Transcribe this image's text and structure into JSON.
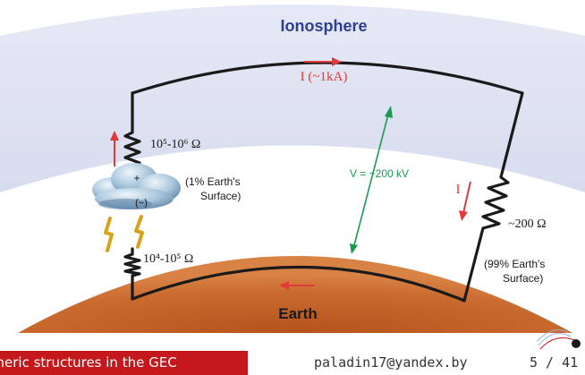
{
  "diagram": {
    "ionosphere_label": "Ionosphere",
    "earth_label": "Earth",
    "current_top": "I (~1kA)",
    "current_right": "I",
    "voltage": "V = ~200 kV",
    "resistance_storm_top": "10⁵-10⁶ Ω",
    "resistance_storm_bottom": "10⁴-10⁵ Ω",
    "resistance_fair": "~200 Ω",
    "storm_area_line1": "(1% Earth's",
    "storm_area_line2": "Surface)",
    "fair_area_line1": "(99% Earth's",
    "fair_area_line2": "Surface)",
    "charge_plus": "+",
    "charge_minus": "(−)",
    "colors": {
      "ionosphere": "#dfe3f2",
      "earth": "#c2642b",
      "arrow_red": "#e23a3a",
      "arrow_green": "#1c9a52",
      "title_blue": "#2f3f94",
      "circuit": "#1a1a1a"
    }
  },
  "footer": {
    "title": "pheric structures in the GEC",
    "email": "paladin17@yandex.by",
    "page": "5 / 41"
  }
}
